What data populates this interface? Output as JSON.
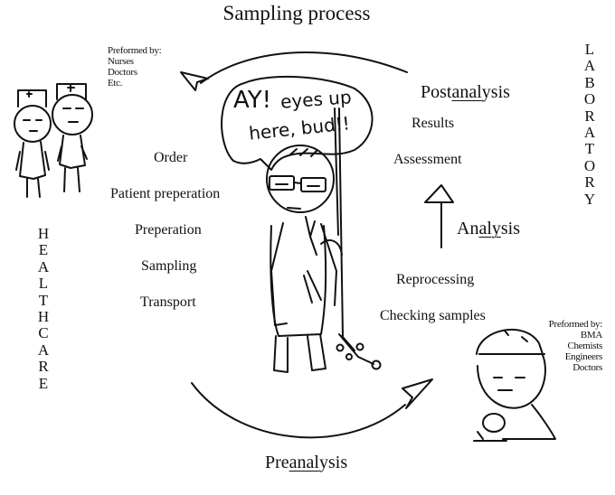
{
  "title": "Sampling process",
  "healthcare_note": {
    "heading": "Preformed by:",
    "roles": [
      "Nurses",
      "Doctors",
      "Etc."
    ]
  },
  "laboratory_note": {
    "heading": "Preformed by:",
    "roles": [
      "BMA",
      "Chemists",
      "Engineers",
      "Doctors"
    ]
  },
  "preanalysis_steps": [
    "Order",
    "Patient preperation",
    "Preperation",
    "Sampling",
    "Transport"
  ],
  "lab_steps_lower": [
    "Reprocessing",
    "Checking samples"
  ],
  "lab_steps_upper": [
    "Results",
    "Assessment"
  ],
  "phases": {
    "pre": {
      "prefix": "Pre",
      "accent": "anal",
      "suffix": "ysis"
    },
    "analysis": {
      "prefix": "An",
      "accent": "aly",
      "suffix": "sis"
    },
    "post": {
      "prefix": "Post",
      "accent": "anal",
      "suffix": "ysis"
    }
  },
  "side_labels": {
    "left": "HEALTHCARE",
    "right": "LABORATORY"
  },
  "speech": {
    "line1": "AY!",
    "line2": "eyes up",
    "line3": "here, bud!!"
  },
  "colors": {
    "ink": "#111111",
    "background": "#ffffff"
  }
}
